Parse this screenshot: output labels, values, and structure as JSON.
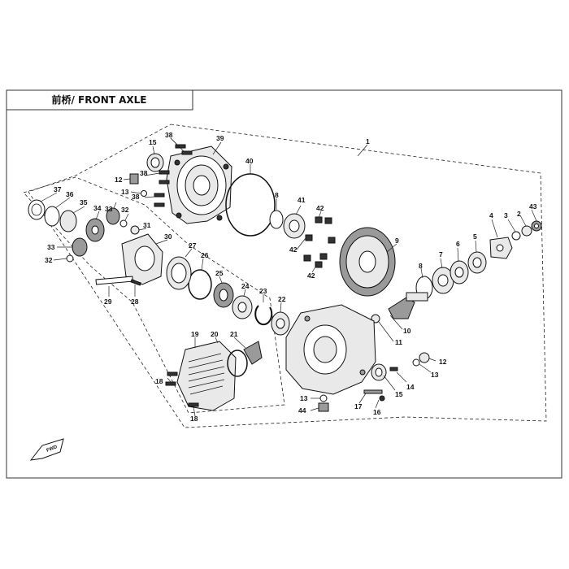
{
  "title": "前桥/ FRONT AXLE",
  "fwd_badge": "FWD",
  "callouts": {
    "c1": "1",
    "c2": "2",
    "c3": "3",
    "c4": "4",
    "c5": "5",
    "c6": "6",
    "c7": "7",
    "c8a": "8",
    "c8b": "8",
    "c9": "9",
    "c10": "10",
    "c11": "11",
    "c12a": "12",
    "c12b": "12",
    "c13a": "13",
    "c13b": "13",
    "c13c": "13",
    "c14": "14",
    "c15a": "15",
    "c15b": "15",
    "c16": "16",
    "c17": "17",
    "c18a": "18",
    "c18b": "18",
    "c19": "19",
    "c20": "20",
    "c21": "21",
    "c22": "22",
    "c23": "23",
    "c24": "24",
    "c25": "25",
    "c26": "26",
    "c27": "27",
    "c28": "28",
    "c29": "29",
    "c30": "30",
    "c31": "31",
    "c32a": "32",
    "c32b": "32",
    "c33a": "33",
    "c33b": "33",
    "c34": "34",
    "c35": "35",
    "c36": "36",
    "c37": "37",
    "c38a": "38",
    "c38b": "38",
    "c38c": "38",
    "c39": "39",
    "c40": "40",
    "c41": "41",
    "c42a": "42",
    "c42b": "42",
    "c42c": "42",
    "c43": "43",
    "c44": "44"
  }
}
